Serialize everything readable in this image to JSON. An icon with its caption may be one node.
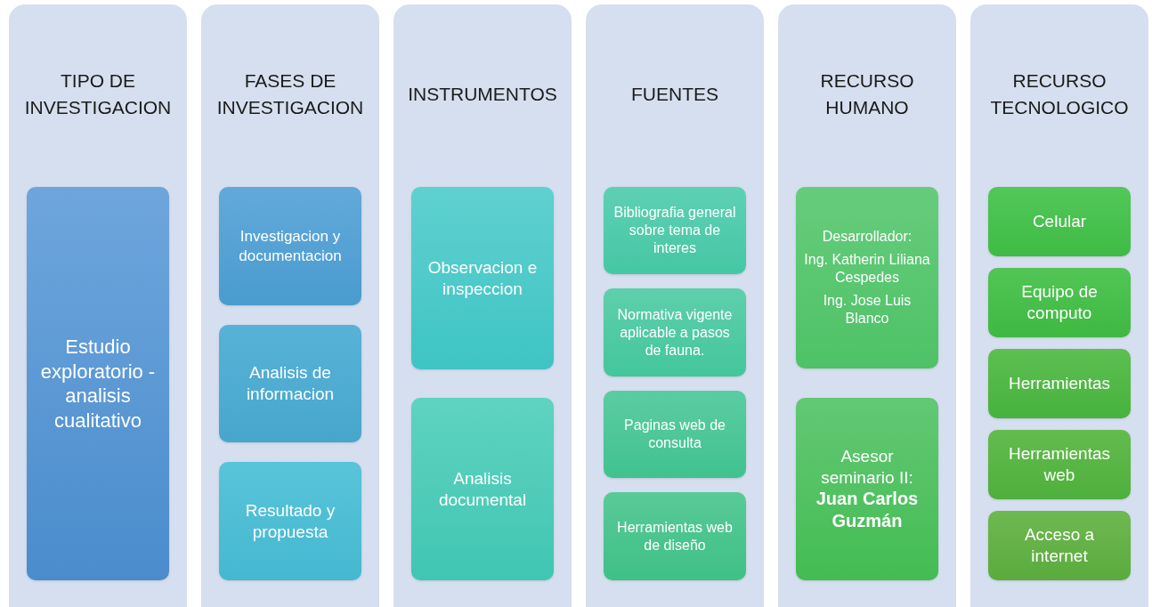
{
  "diagram": {
    "nodes": [
      {
        "text": [
          "TIPO DE INVESTIGACION"
        ]
      },
      {
        "text": [
          "Estudio exploratorio - analisis cualitativo"
        ],
        "in": 0
      },
      {
        "text": [
          "FASES DE INVESTIGACION"
        ]
      },
      {
        "text": [
          "Investigacion y documentacion"
        ],
        "in": 2
      },
      {
        "text": [
          "Analisis de informacion"
        ],
        "in": 2
      },
      {
        "text": [
          "Resultado y propuesta"
        ],
        "in": 2
      },
      {
        "text": [
          "INSTRUMENTOS"
        ]
      },
      {
        "text": [
          "Observacion e inspeccion"
        ],
        "in": 6
      },
      {
        "text": [
          "Analisis documental"
        ],
        "in": 6
      },
      {
        "text": [
          "FUENTES"
        ]
      },
      {
        "text": [
          "Bibliografia general sobre tema de interes"
        ],
        "in": 9
      },
      {
        "text": [
          "Normativa vigente aplicable a pasos de fauna."
        ],
        "in": 9
      },
      {
        "text": [
          "Paginas web de consulta"
        ],
        "in": 9
      },
      {
        "text": [
          "Herramientas web de diseño"
        ],
        "in": 9
      },
      {
        "text": [
          "RECURSO HUMANO"
        ]
      },
      {
        "text": [
          "Desarrollador:",
          "Ing. Katherin Liliana Cespedes",
          "Ing. Jose Luis Blanco"
        ],
        "in": 14
      },
      {
        "text": [
          "Asesor seminario II: **Juan Carlos Guzmán**"
        ],
        "in": 14
      },
      {
        "text": [
          "RECURSO TECNOLOGICO"
        ]
      },
      {
        "text": [
          "Celular"
        ],
        "in": 17
      },
      {
        "text": [
          "Equipo de computo"
        ],
        "in": 17
      },
      {
        "text": [
          "Herramientas"
        ],
        "in": 17
      },
      {
        "text": [
          "Herramientas web"
        ],
        "in": 17
      },
      {
        "text": [
          "Acceso a internet"
        ],
        "in": 17
      }
    ]
  }
}
